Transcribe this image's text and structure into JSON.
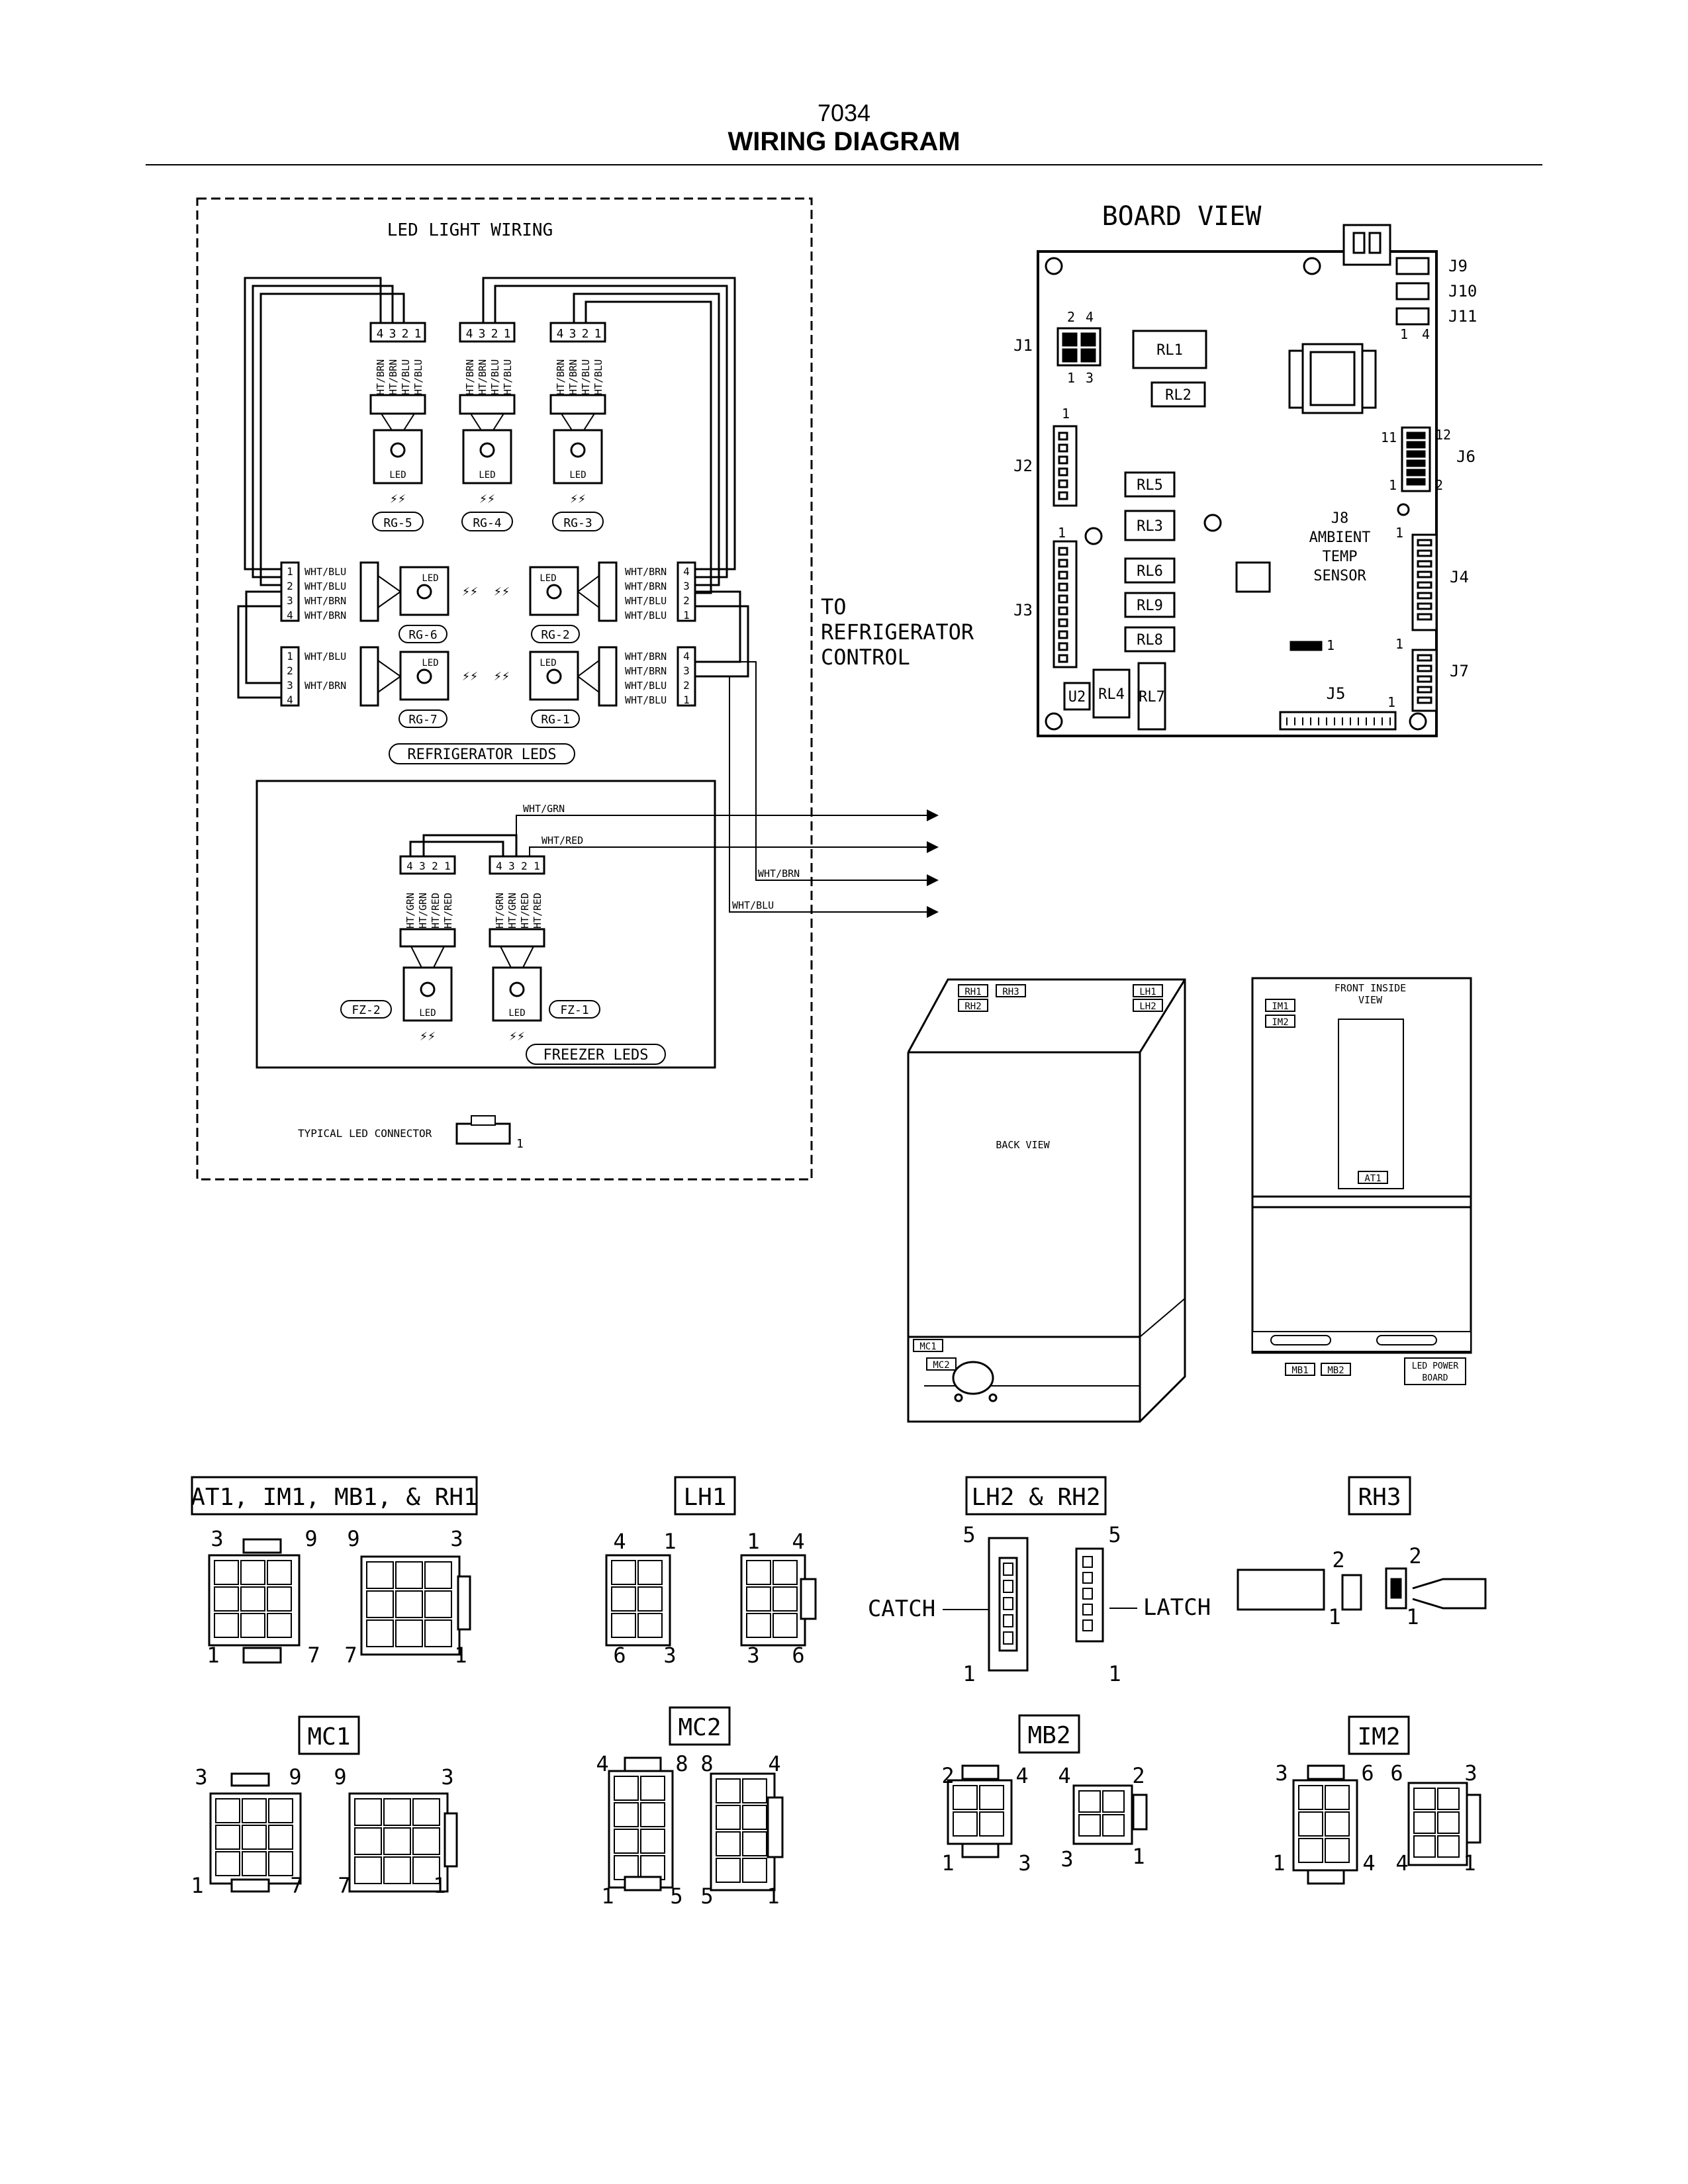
{
  "header": {
    "number": "7034",
    "title": "WIRING DIAGRAM"
  },
  "led_wiring": {
    "title": "LED LIGHT WIRING",
    "top_groups": [
      {
        "id": "RG-5",
        "pins": [
          "4",
          "3",
          "2",
          "1"
        ],
        "wires": [
          "WHT/BRN",
          "WHT/BRN",
          "WHT/BLU",
          "WHT/BLU"
        ],
        "led": "LED"
      },
      {
        "id": "RG-4",
        "pins": [
          "4",
          "3",
          "2",
          "1"
        ],
        "wires": [
          "WHT/BRN",
          "WHT/BRN",
          "WHT/BLU",
          "WHT/BLU"
        ],
        "led": "LED"
      },
      {
        "id": "RG-3",
        "pins": [
          "4",
          "3",
          "2",
          "1"
        ],
        "wires": [
          "WHT/BRN",
          "WHT/BRN",
          "WHT/BLU",
          "WHT/BLU"
        ],
        "led": "LED"
      }
    ],
    "left_groups": [
      {
        "id": "RG-6",
        "pins": [
          "1",
          "2",
          "3",
          "4"
        ],
        "wires": [
          "WHT/BLU",
          "WHT/BLU",
          "WHT/BRN",
          "WHT/BRN"
        ],
        "led": "LED"
      },
      {
        "id": "RG-7",
        "pins": [
          "1",
          "2",
          "3",
          "4"
        ],
        "wires": [
          "WHT/BLU",
          "",
          "WHT/BRN",
          ""
        ],
        "led": "LED"
      }
    ],
    "right_groups": [
      {
        "id": "RG-2",
        "pins": [
          "4",
          "3",
          "2",
          "1"
        ],
        "wires": [
          "WHT/BRN",
          "WHT/BRN",
          "WHT/BLU",
          "WHT/BLU"
        ],
        "led": "LED"
      },
      {
        "id": "RG-1",
        "pins": [
          "4",
          "3",
          "2",
          "1"
        ],
        "wires": [
          "WHT/BRN",
          "WHT/BRN",
          "WHT/BLU",
          "WHT/BLU"
        ],
        "led": "LED"
      }
    ],
    "refrigerator_label": "REFRIGERATOR LEDS",
    "freezer_groups": [
      {
        "id": "FZ-2",
        "pins": [
          "4",
          "3",
          "2",
          "1"
        ],
        "wires": [
          "WHT/GRN",
          "WHT/GRN",
          "WHT/RED",
          "WHT/RED"
        ],
        "led": "LED"
      },
      {
        "id": "FZ-1",
        "pins": [
          "4",
          "3",
          "2",
          "1"
        ],
        "wires": [
          "WHT/GRN",
          "WHT/GRN",
          "WHT/RED",
          "WHT/RED"
        ],
        "led": "LED"
      }
    ],
    "freezer_label": "FREEZER LEDS",
    "outputs": [
      "WHT/GRN",
      "WHT/RED",
      "WHT/BRN",
      "WHT/BLU"
    ],
    "typical_connector": "TYPICAL LED CONNECTOR",
    "typical_pin": "1"
  },
  "to_control": [
    "TO",
    "REFRIGERATOR",
    "CONTROL"
  ],
  "board": {
    "title": "BOARD VIEW",
    "relays": [
      "RL1",
      "RL2",
      "RL5",
      "RL3",
      "RL6",
      "RL9",
      "RL8",
      "RL4",
      "RL7"
    ],
    "connectors": {
      "J1": "J1",
      "J2": "J2",
      "J3": "J3",
      "J4": "J4",
      "J5": "J5",
      "J6": "J6",
      "J7": "J7",
      "J9": "J9",
      "J10": "J10",
      "J11": "J11",
      "U2": "U2"
    },
    "j1_pins": [
      "2",
      "4",
      "1",
      "3"
    ],
    "j11_pins": [
      "1",
      "4"
    ],
    "j6_pins": [
      "11",
      "12",
      "1",
      "2"
    ],
    "sensor": [
      "J8",
      "AMBIENT",
      "TEMP",
      "SENSOR"
    ],
    "pin_one": "1"
  },
  "back_view": {
    "label": "BACK VIEW",
    "tags": [
      "RH1",
      "RH3",
      "RH2",
      "LH1",
      "LH2",
      "MC1",
      "MC2"
    ]
  },
  "front_view": {
    "label": [
      "FRONT INSIDE",
      "VIEW"
    ],
    "tags": [
      "IM1",
      "IM2",
      "AT1",
      "MB1",
      "MB2"
    ],
    "power_board": [
      "LED POWER",
      "BOARD"
    ]
  },
  "connectors": [
    {
      "title": "AT1, IM1, MB1, & RH1",
      "pins": [
        "3",
        "9",
        "9",
        "3",
        "1",
        "7",
        "7",
        "1"
      ]
    },
    {
      "title": "LH1",
      "pins": [
        "4",
        "1",
        "1",
        "4",
        "6",
        "3",
        "3",
        "6"
      ]
    },
    {
      "title": "LH2 & RH2",
      "pins": [
        "5",
        "5",
        "1",
        "1"
      ],
      "catch": "CATCH",
      "latch": "LATCH"
    },
    {
      "title": "RH3",
      "pins": [
        "2",
        "2",
        "1",
        "1"
      ]
    },
    {
      "title": "MC1",
      "pins": [
        "3",
        "9",
        "9",
        "3",
        "1",
        "7",
        "7",
        "1"
      ]
    },
    {
      "title": "MC2",
      "pins": [
        "4",
        "8",
        "8",
        "4",
        "1",
        "5",
        "5",
        "1"
      ]
    },
    {
      "title": "MB2",
      "pins": [
        "2",
        "4",
        "4",
        "2",
        "1",
        "3",
        "3",
        "1"
      ]
    },
    {
      "title": "IM2",
      "pins": [
        "3",
        "6",
        "6",
        "3",
        "1",
        "4",
        "4",
        "1"
      ]
    }
  ]
}
